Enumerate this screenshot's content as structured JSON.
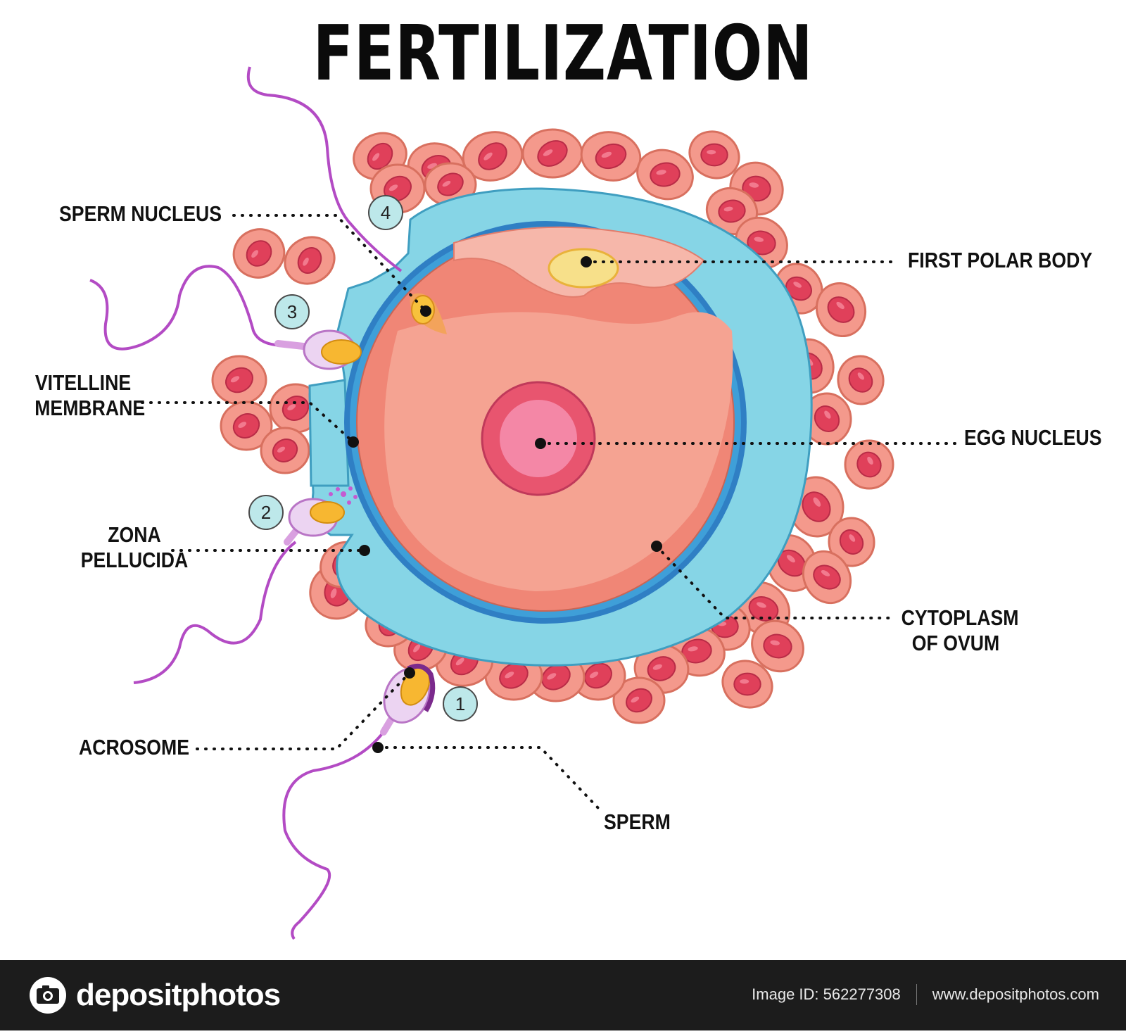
{
  "title": "FERTILIZATION",
  "labels": {
    "sperm_nucleus": "SPERM NUCLEUS",
    "vitelline_membrane": [
      "VITELLINE",
      "MEMBRANE"
    ],
    "zona_pellucida": [
      "ZONA",
      "PELLUCIDA"
    ],
    "acrosome": "ACROSOME",
    "sperm": "SPERM",
    "first_polar_body": "FIRST POLAR BODY",
    "egg_nucleus": "EGG NUCLEUS",
    "cytoplasm_of_ovum": [
      "CYTOPLASM",
      "OF OVUM"
    ]
  },
  "steps": [
    "1",
    "2",
    "3",
    "4"
  ],
  "footer": {
    "brand": "depositphotos",
    "image_id": "Image ID: 562277308",
    "url": "www.depositphotos.com"
  },
  "colors": {
    "zona": "#7fd3e6",
    "membrane": "#2f7fc4",
    "cytoplasm": "#f08c7c",
    "cytoplasm_inner": "#f6a898",
    "nucleus": "#ef6a86",
    "corona_cell": "#f4998c",
    "corona_core": "#e0405a",
    "sperm_tail": "#b54fc6",
    "acrosome": "#f7b731",
    "footer_bg": "#1c1c1c"
  }
}
